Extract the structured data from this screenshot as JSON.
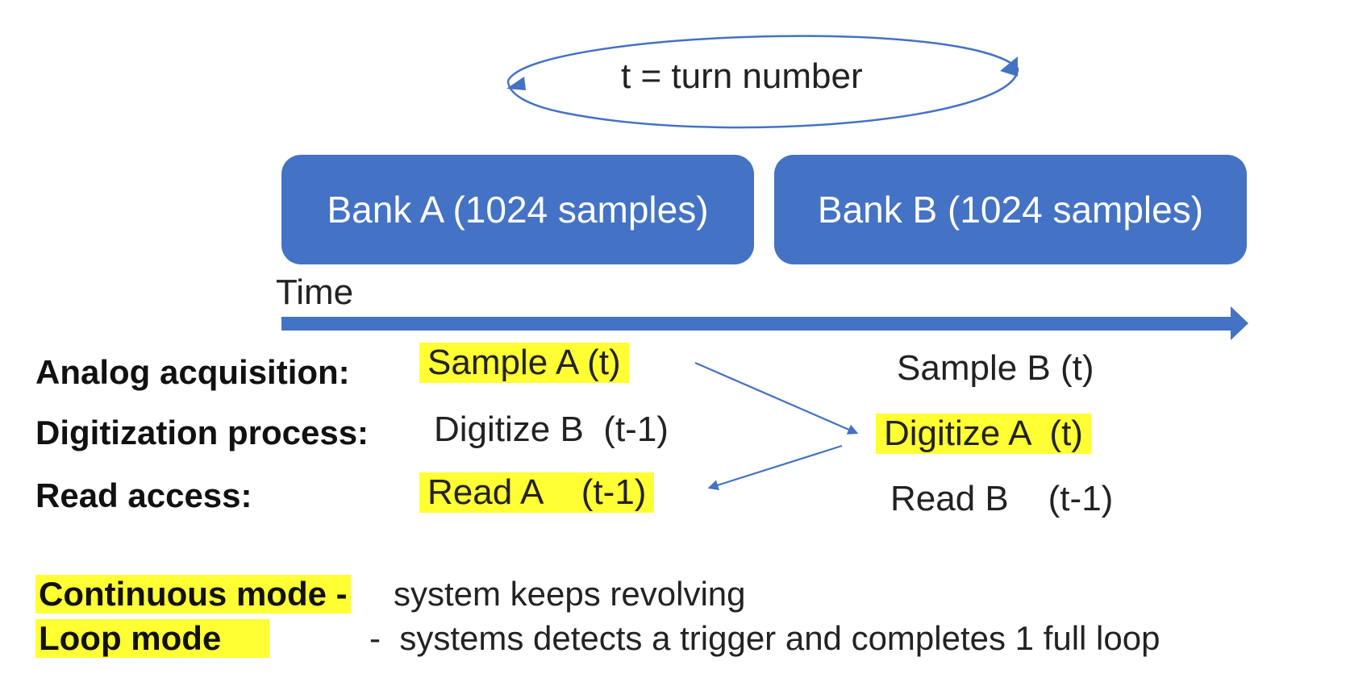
{
  "loop": {
    "label": "t = turn number"
  },
  "banks": [
    {
      "label": "Bank A (1024 samples)"
    },
    {
      "label": "Bank B (1024 samples)"
    }
  ],
  "timeline": {
    "label": "Time"
  },
  "rows": [
    {
      "label": "Analog acquisition:",
      "col_a": "Sample A (t)",
      "col_b": "Sample B (t)"
    },
    {
      "label": "Digitization process:",
      "col_a": "Digitize B  (t-1)",
      "col_b": "Digitize A  (t)"
    },
    {
      "label": "Read access:",
      "col_a": "Read A    (t-1)",
      "col_b": "Read B    (t-1)"
    }
  ],
  "modes": [
    {
      "label": "Continuous mode -",
      "description": "system keeps revolving"
    },
    {
      "label": "Loop mode",
      "description": "-  systems detects a trigger and completes 1 full loop"
    }
  ],
  "colors": {
    "bank_fill": "#4472c4",
    "arrow": "#4472c4",
    "highlight": "#ffff33"
  }
}
